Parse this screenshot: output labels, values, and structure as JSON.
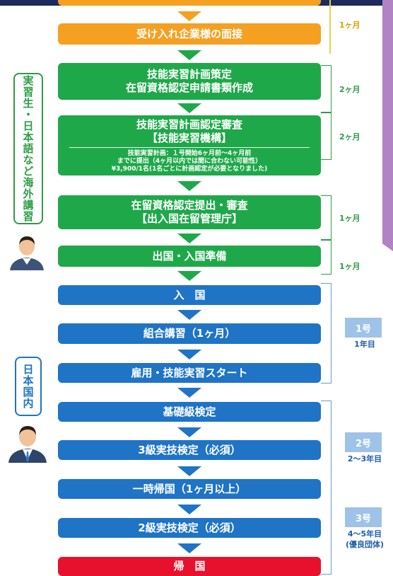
{
  "steps": {
    "top_orange": "",
    "interview": "受け入れ企業様の面接",
    "plan": [
      "技能実習計画策定",
      "在留資格認定申請書類作成"
    ],
    "review": {
      "title": [
        "技能実習計画認定審査",
        "【技能実習機構】"
      ],
      "notes": [
        "技能実習計画：１号開始6ヶ月前～4ヶ月前",
        "までに提出（4ヶ月以内では間に合わない可能性）",
        "¥3,900/1名(1名ごとに計画認定が必要となりました)"
      ]
    },
    "status": [
      "在留資格認定提出・審査",
      "【出入国在留管理庁】"
    ],
    "prep": "出国・入国準備",
    "entry": "入　国",
    "training": "組合講習（1ヶ月）",
    "start": "雇用・技能実習スタート",
    "basic": "基礎級検定",
    "grade3": "3級実技検定（必須）",
    "return_temp": "一時帰国（1ヶ月以上）",
    "grade2": "2級実技検定（必須）",
    "return_home": "帰　国"
  },
  "durations": {
    "d1": "1ヶ月",
    "d2": "2ヶ月",
    "d3": "2ヶ月",
    "d4": "1ヶ月",
    "d5": "1ヶ月"
  },
  "side_labels": {
    "overseas": "実習生・日本語など海外講習",
    "domestic": "日本国内"
  },
  "stages": {
    "s1_badge": "1号",
    "s1_sub": "1年目",
    "s2_badge": "2号",
    "s2_sub": "2～3年目",
    "s3_badge": "3号",
    "s3_sub1": "4～5年目",
    "s3_sub2": "(優良団体)"
  },
  "colors": {
    "orange": "#f5a021",
    "green": "#1fa84a",
    "blue": "#1f74c6",
    "red": "#e8112d"
  }
}
